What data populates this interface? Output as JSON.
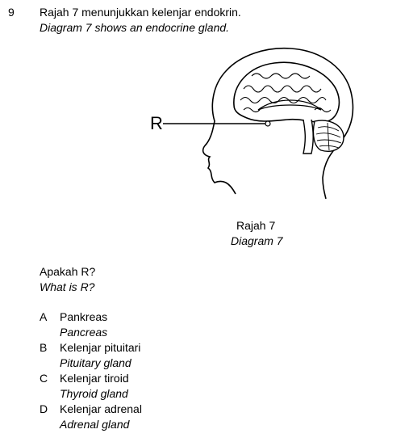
{
  "question": {
    "number": "9",
    "stem_ms": "Rajah 7 menunjukkan kelenjar endokrin.",
    "stem_en": "Diagram 7 shows an endocrine gland."
  },
  "diagram": {
    "pointer_label": "R",
    "caption_ms": "Rajah 7",
    "caption_en": "Diagram 7"
  },
  "prompt": {
    "ms": "Apakah R?",
    "en": "What is R?"
  },
  "options": [
    {
      "letter": "A",
      "ms": "Pankreas",
      "en": "Pancreas"
    },
    {
      "letter": "B",
      "ms": "Kelenjar pituitari",
      "en": "Pituitary gland"
    },
    {
      "letter": "C",
      "ms": "Kelenjar tiroid",
      "en": "Thyroid gland"
    },
    {
      "letter": "D",
      "ms": "Kelenjar adrenal",
      "en": "Adrenal gland"
    }
  ]
}
